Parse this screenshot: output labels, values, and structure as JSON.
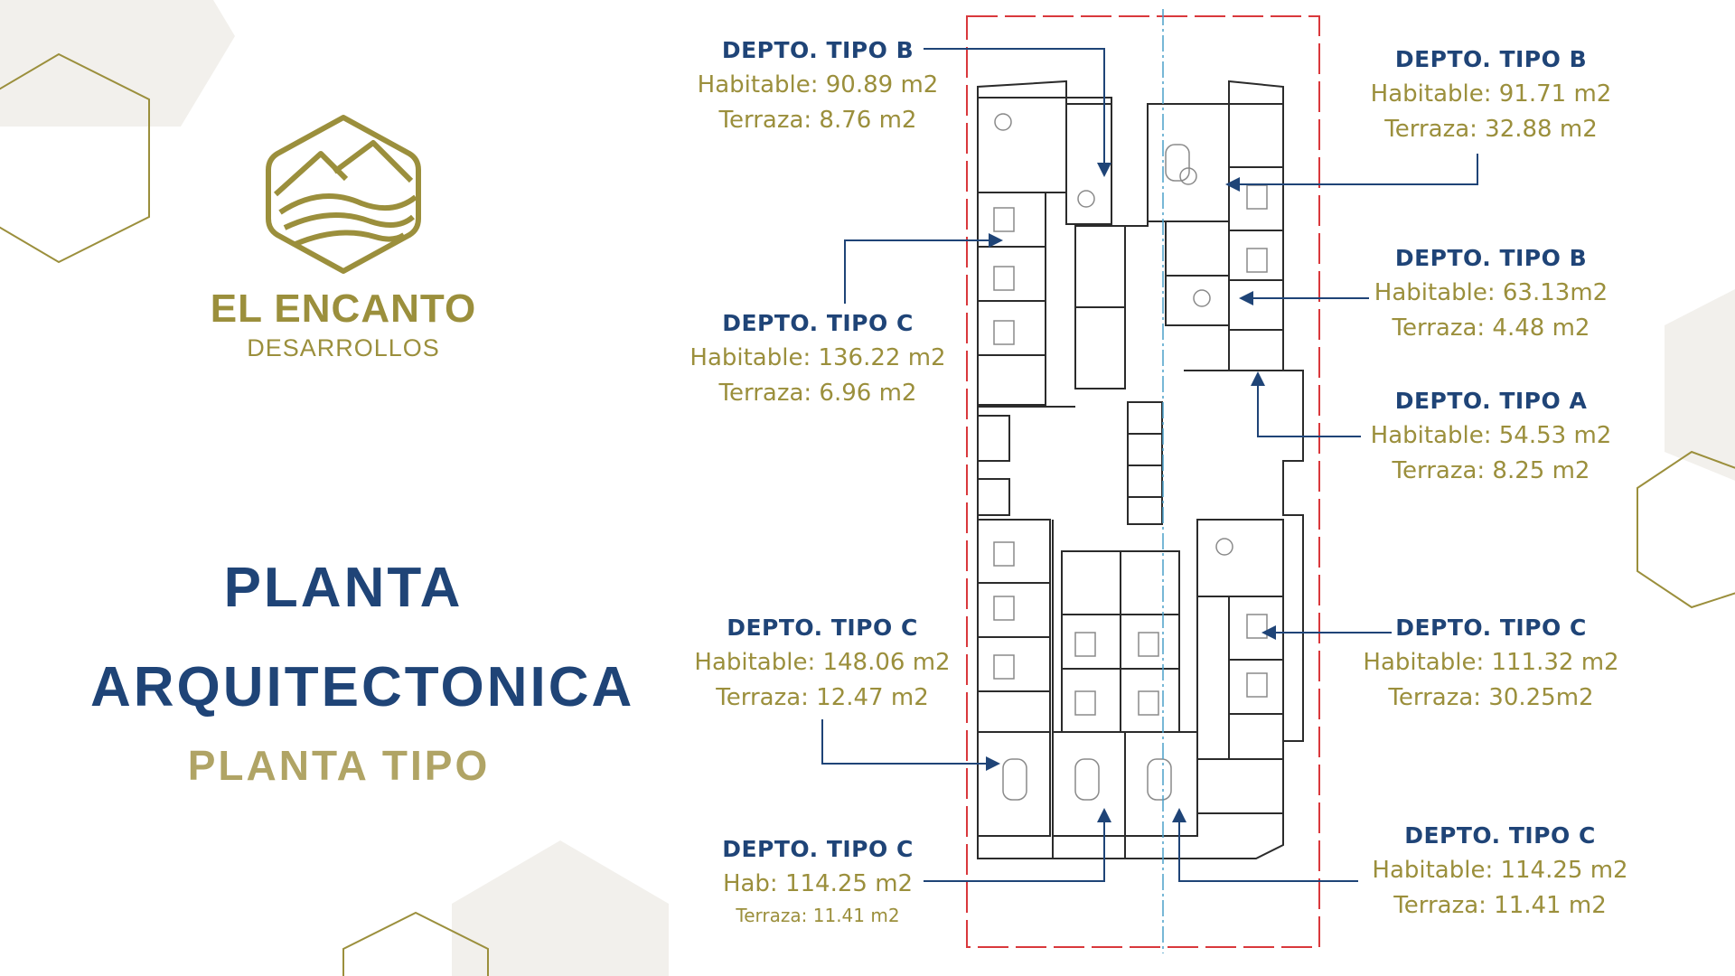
{
  "brand": {
    "name": "EL ENCANTO",
    "sub": "DESARROLLOS"
  },
  "title": {
    "line1": "PLANTA",
    "line2": "ARQUITECTONICA",
    "sub": "PLANTA TIPO"
  },
  "units": [
    {
      "type": "DEPTO.  TIPO B",
      "lines": [
        "Habitable: 90.89 m2",
        "Terraza: 8.76 m2"
      ]
    },
    {
      "type": "DEPTO.  TIPO C",
      "lines": [
        "Habitable: 136.22 m2",
        "Terraza: 6.96 m2"
      ]
    },
    {
      "type": "DEPTO.  TIPO C",
      "lines": [
        "Habitable: 148.06 m2",
        "Terraza: 12.47 m2"
      ]
    },
    {
      "type": "DEPTO.  TIPO C",
      "lines": [
        "Hab: 114.25 m2",
        "Terraza: 11.41 m2"
      ]
    },
    {
      "type": "DEPTO.  TIPO B",
      "lines": [
        "Habitable: 91.71 m2",
        "Terraza: 32.88 m2"
      ]
    },
    {
      "type": "DEPTO.  TIPO B",
      "lines": [
        "Habitable: 63.13m2",
        "Terraza: 4.48 m2"
      ]
    },
    {
      "type": "DEPTO.  TIPO A",
      "lines": [
        "Habitable: 54.53 m2",
        "Terraza: 8.25 m2"
      ]
    },
    {
      "type": "DEPTO.  TIPO C",
      "lines": [
        "Habitable: 111.32 m2",
        "Terraza: 30.25m2"
      ]
    },
    {
      "type": "DEPTO.  TIPO C",
      "lines": [
        "Habitable: 114.25 m2",
        "Terraza: 11.41 m2"
      ]
    }
  ],
  "colors": {
    "navy": "#1f4477",
    "gold": "#9b8f3c",
    "gold_light": "#b0a465",
    "boundary": "#d9383c",
    "axis": "#4a9fc9",
    "hex_fill": "#f2f0ec"
  }
}
